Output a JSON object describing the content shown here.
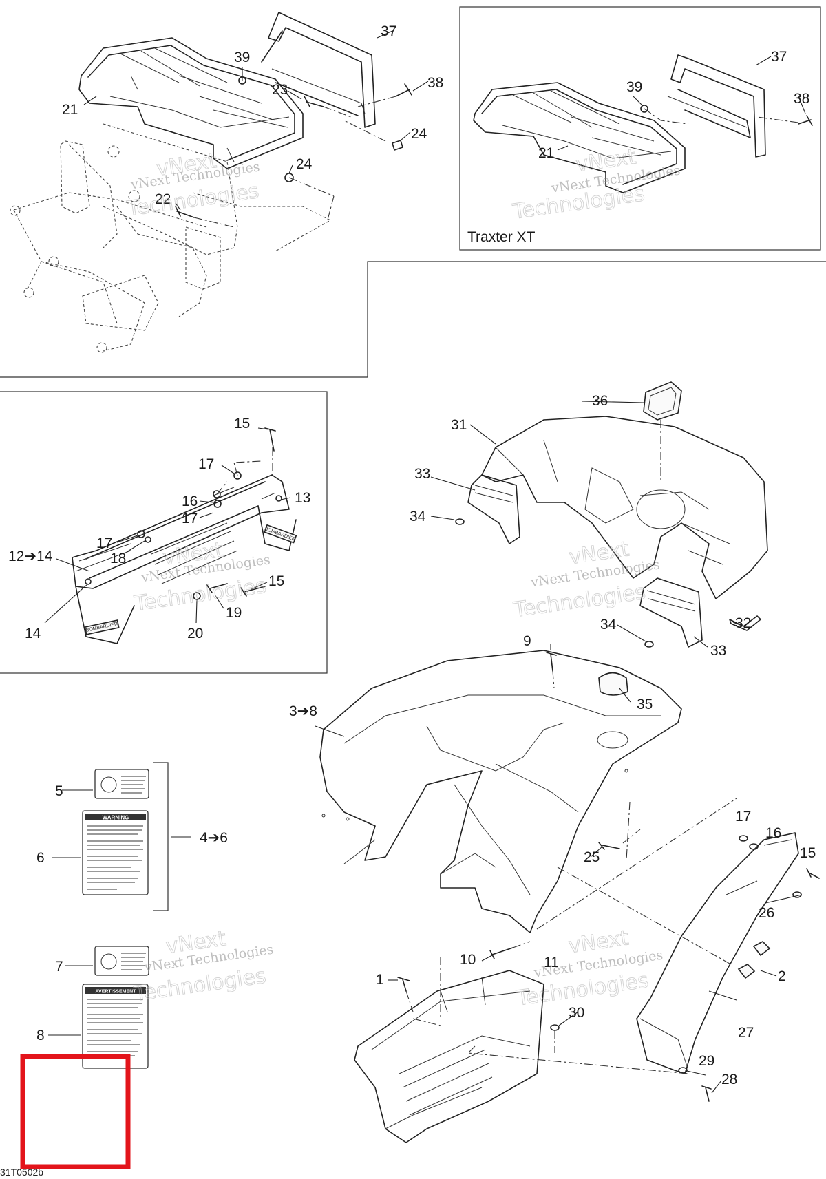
{
  "callouts": {
    "n1": "1",
    "n2": "2",
    "n3to8": "3➔8",
    "n4to6": "4➔6",
    "n5": "5",
    "n6": "6",
    "n7": "7",
    "n8": "8",
    "n9": "9",
    "n10": "10",
    "n11": "11",
    "n12to14": "12➔14",
    "n13": "13",
    "n14": "14",
    "n15a": "15",
    "n15b": "15",
    "n15c": "15",
    "n16a": "16",
    "n16b": "16",
    "n17a": "17",
    "n17b": "17",
    "n17c": "17",
    "n17d": "17",
    "n18": "18",
    "n19": "19",
    "n20": "20",
    "n21a": "21",
    "n21b": "21",
    "n22": "22",
    "n23": "23",
    "n24a": "24",
    "n24b": "24",
    "n25": "25",
    "n26": "26",
    "n27": "27",
    "n28": "28",
    "n29": "29",
    "n30": "30",
    "n31": "31",
    "n32": "32",
    "n33a": "33",
    "n33b": "33",
    "n34a": "34",
    "n34b": "34",
    "n35": "35",
    "n36": "36",
    "n37a": "37",
    "n37b": "37",
    "n38a": "38",
    "n38b": "38",
    "n39a": "39",
    "n39b": "39"
  },
  "inset_traxter_xt": {
    "title": "Traxter XT"
  },
  "watermark": {
    "line1": "vNext",
    "line2": "vNext Technologies",
    "line3": "Technologies"
  },
  "figure_code": "31T0502b",
  "decal_brand": "BOMBARDIER",
  "decal_titles": {
    "warning": "WARNING",
    "avertissement": "AVERTISSEMENT"
  },
  "colors": {
    "highlight": "#e3141b",
    "ink": "#222222",
    "watermark": "#8a8a8a"
  }
}
